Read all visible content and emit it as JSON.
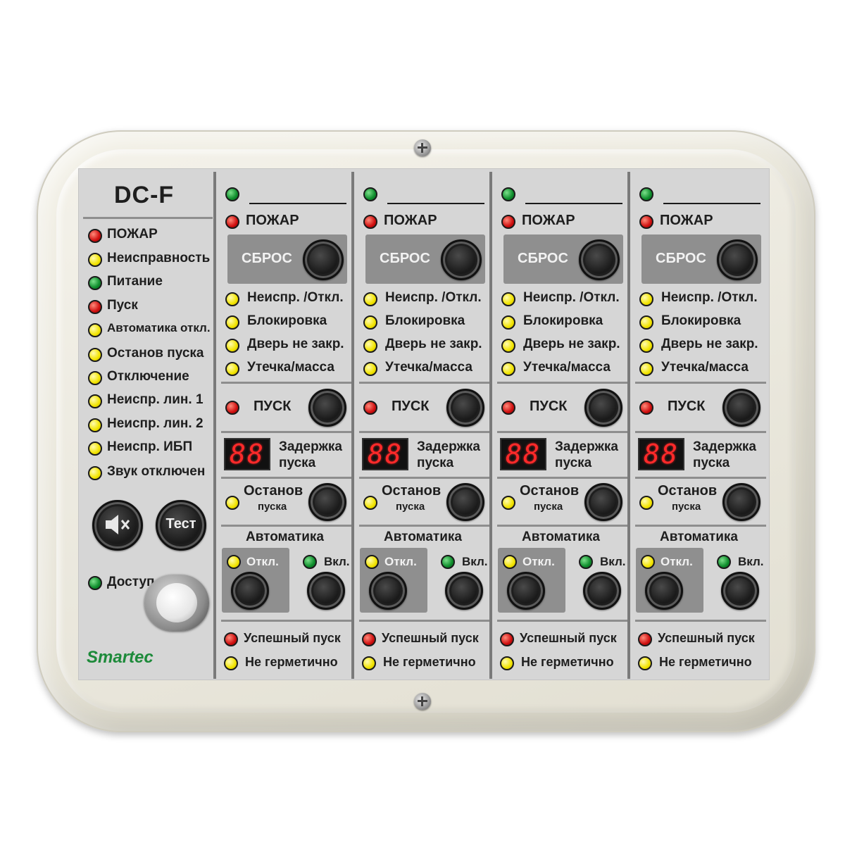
{
  "panel": {
    "model": "DC-F",
    "brand": "Smartec",
    "led_colors": {
      "red": "#d01010",
      "yellow": "#f2e400",
      "green": "#0e8d2c"
    },
    "status_list": [
      {
        "label": "ПОЖАР",
        "led": "red"
      },
      {
        "label": "Неисправность",
        "led": "yellow"
      },
      {
        "label": "Питание",
        "led": "green"
      },
      {
        "label": "Пуск",
        "led": "red"
      },
      {
        "label": "Автоматика откл.",
        "led": "yellow"
      },
      {
        "label": "Останов пуска",
        "led": "yellow"
      },
      {
        "label": "Отключение",
        "led": "yellow"
      },
      {
        "label": "Неиспр. лин. 1",
        "led": "yellow"
      },
      {
        "label": "Неиспр. лин. 2",
        "led": "yellow"
      },
      {
        "label": "Неиспр. ИБП",
        "led": "yellow"
      },
      {
        "label": "Звук отключен",
        "led": "yellow"
      }
    ],
    "mute_icon": "speaker-mute-icon",
    "test_label": "Тест",
    "access_label": "Доступ",
    "access_icon": "touch-memory-reader-icon"
  },
  "zone": {
    "fire_label": "ПОЖАР",
    "reset_label": "СБРОС",
    "indicators": [
      "Неиспр. /Откл.",
      "Блокировка",
      "Дверь не закр.",
      "Утечка/масса"
    ],
    "start_label": "ПУСК",
    "delay_display": "88",
    "delay_label_1": "Задержка",
    "delay_label_2": "пуска",
    "stop_label_1": "Останов",
    "stop_label_2": "пуска",
    "automatic_label": "Автоматика",
    "auto_off_label": "Откл.",
    "auto_on_label": "Вкл.",
    "success_label": "Успешный пуск",
    "leak_label": "Не герметично"
  }
}
